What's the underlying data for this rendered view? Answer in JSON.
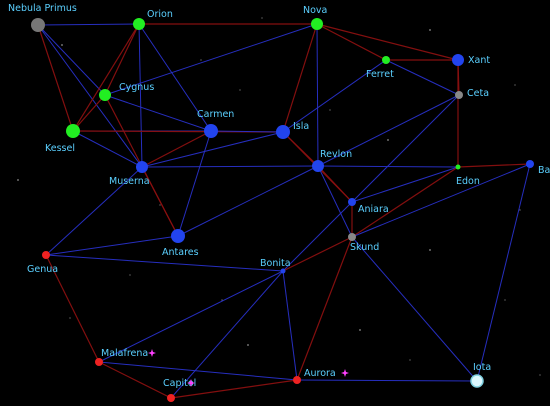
{
  "map": {
    "systems": [
      {
        "id": "nebula-primus",
        "name": "Nebula Primus",
        "color": "#777777",
        "size": "large",
        "marker": false
      },
      {
        "id": "orion",
        "name": "Orion",
        "color": "#22ee22",
        "size": "medium",
        "marker": false
      },
      {
        "id": "nova",
        "name": "Nova",
        "color": "#22ee22",
        "size": "medium",
        "marker": false
      },
      {
        "id": "ferret",
        "name": "Ferret",
        "color": "#22ee22",
        "size": "small",
        "marker": false
      },
      {
        "id": "xant",
        "name": "Xant",
        "color": "#2244ee",
        "size": "medium",
        "marker": false
      },
      {
        "id": "ceta",
        "name": "Ceta",
        "color": "#888888",
        "size": "small",
        "marker": false
      },
      {
        "id": "cygnus",
        "name": "Cygnus",
        "color": "#22ee22",
        "size": "medium",
        "marker": false
      },
      {
        "id": "kessel",
        "name": "Kessel",
        "color": "#22ee22",
        "size": "large",
        "marker": false
      },
      {
        "id": "carmen",
        "name": "Carmen",
        "color": "#2244ee",
        "size": "large",
        "marker": false
      },
      {
        "id": "isla",
        "name": "Isla",
        "color": "#2244ee",
        "size": "large",
        "marker": false
      },
      {
        "id": "revlon",
        "name": "Revlon",
        "color": "#2244ee",
        "size": "medium",
        "marker": false
      },
      {
        "id": "muserna",
        "name": "Muserna",
        "color": "#2244ee",
        "size": "medium",
        "marker": false
      },
      {
        "id": "edon",
        "name": "Edon",
        "color": "#22ee22",
        "size": "tiny",
        "marker": false
      },
      {
        "id": "bar",
        "name": "Bar",
        "color": "#2244ee",
        "size": "small",
        "marker": false
      },
      {
        "id": "aniara",
        "name": "Aniara",
        "color": "#2244ee",
        "size": "small",
        "marker": false
      },
      {
        "id": "skund",
        "name": "Skund",
        "color": "#888888",
        "size": "small",
        "marker": false
      },
      {
        "id": "antares",
        "name": "Antares",
        "color": "#2244ee",
        "size": "large",
        "marker": false
      },
      {
        "id": "genua",
        "name": "Genua",
        "color": "#ee2222",
        "size": "small",
        "marker": false
      },
      {
        "id": "bonita",
        "name": "Bonita",
        "color": "#2244ee",
        "size": "tiny",
        "marker": false
      },
      {
        "id": "malafrena",
        "name": "Malafrena",
        "color": "#ee2222",
        "size": "small",
        "marker": true
      },
      {
        "id": "capitol",
        "name": "Capitol",
        "color": "#ee2222",
        "size": "small",
        "marker": true
      },
      {
        "id": "aurora",
        "name": "Aurora",
        "color": "#ee2222",
        "size": "small",
        "marker": true
      },
      {
        "id": "iota",
        "name": "Iota",
        "color": "#ddf8ff",
        "size": "medium",
        "marker": false
      }
    ],
    "lanes": [
      {
        "a": "nebula-primus",
        "b": "orion",
        "kind": "blue"
      },
      {
        "a": "nebula-primus",
        "b": "kessel",
        "kind": "red"
      },
      {
        "a": "nebula-primus",
        "b": "cygnus",
        "kind": "blue"
      },
      {
        "a": "nebula-primus",
        "b": "muserna",
        "kind": "blue"
      },
      {
        "a": "orion",
        "b": "nova",
        "kind": "red"
      },
      {
        "a": "orion",
        "b": "cygnus",
        "kind": "red"
      },
      {
        "a": "orion",
        "b": "kessel",
        "kind": "red"
      },
      {
        "a": "orion",
        "b": "carmen",
        "kind": "blue"
      },
      {
        "a": "orion",
        "b": "muserna",
        "kind": "blue"
      },
      {
        "a": "nova",
        "b": "ferret",
        "kind": "red"
      },
      {
        "a": "nova",
        "b": "xant",
        "kind": "red"
      },
      {
        "a": "nova",
        "b": "isla",
        "kind": "red"
      },
      {
        "a": "nova",
        "b": "revlon",
        "kind": "blue"
      },
      {
        "a": "nova",
        "b": "cygnus",
        "kind": "blue"
      },
      {
        "a": "ferret",
        "b": "xant",
        "kind": "red"
      },
      {
        "a": "ferret",
        "b": "ceta",
        "kind": "blue"
      },
      {
        "a": "ferret",
        "b": "isla",
        "kind": "blue"
      },
      {
        "a": "xant",
        "b": "ceta",
        "kind": "red"
      },
      {
        "a": "xant",
        "b": "edon",
        "kind": "red"
      },
      {
        "a": "ceta",
        "b": "revlon",
        "kind": "blue"
      },
      {
        "a": "ceta",
        "b": "aniara",
        "kind": "blue"
      },
      {
        "a": "cygnus",
        "b": "kessel",
        "kind": "red"
      },
      {
        "a": "cygnus",
        "b": "carmen",
        "kind": "blue"
      },
      {
        "a": "cygnus",
        "b": "antares",
        "kind": "red"
      },
      {
        "a": "kessel",
        "b": "carmen",
        "kind": "blue"
      },
      {
        "a": "kessel",
        "b": "muserna",
        "kind": "blue"
      },
      {
        "a": "kessel",
        "b": "isla",
        "kind": "red"
      },
      {
        "a": "carmen",
        "b": "isla",
        "kind": "blue"
      },
      {
        "a": "carmen",
        "b": "muserna",
        "kind": "red"
      },
      {
        "a": "carmen",
        "b": "antares",
        "kind": "blue"
      },
      {
        "a": "isla",
        "b": "revlon",
        "kind": "red"
      },
      {
        "a": "isla",
        "b": "muserna",
        "kind": "blue"
      },
      {
        "a": "isla",
        "b": "aniara",
        "kind": "red"
      },
      {
        "a": "revlon",
        "b": "edon",
        "kind": "blue"
      },
      {
        "a": "revlon",
        "b": "skund",
        "kind": "blue"
      },
      {
        "a": "revlon",
        "b": "aniara",
        "kind": "red"
      },
      {
        "a": "revlon",
        "b": "muserna",
        "kind": "blue"
      },
      {
        "a": "edon",
        "b": "bar",
        "kind": "red"
      },
      {
        "a": "edon",
        "b": "aniara",
        "kind": "blue"
      },
      {
        "a": "edon",
        "b": "skund",
        "kind": "red"
      },
      {
        "a": "muserna",
        "b": "antares",
        "kind": "red"
      },
      {
        "a": "muserna",
        "b": "genua",
        "kind": "blue"
      },
      {
        "a": "antares",
        "b": "genua",
        "kind": "blue"
      },
      {
        "a": "antares",
        "b": "revlon",
        "kind": "blue"
      },
      {
        "a": "aniara",
        "b": "skund",
        "kind": "red"
      },
      {
        "a": "aniara",
        "b": "bonita",
        "kind": "blue"
      },
      {
        "a": "skund",
        "b": "bonita",
        "kind": "red"
      },
      {
        "a": "skund",
        "b": "iota",
        "kind": "blue"
      },
      {
        "a": "skund",
        "b": "bar",
        "kind": "blue"
      },
      {
        "a": "genua",
        "b": "malafrena",
        "kind": "red"
      },
      {
        "a": "genua",
        "b": "bonita",
        "kind": "blue"
      },
      {
        "a": "bonita",
        "b": "malafrena",
        "kind": "blue"
      },
      {
        "a": "bonita",
        "b": "aurora",
        "kind": "blue"
      },
      {
        "a": "bonita",
        "b": "capitol",
        "kind": "blue"
      },
      {
        "a": "malafrena",
        "b": "aurora",
        "kind": "blue"
      },
      {
        "a": "malafrena",
        "b": "capitol",
        "kind": "red"
      },
      {
        "a": "capitol",
        "b": "aurora",
        "kind": "red"
      },
      {
        "a": "aurora",
        "b": "iota",
        "kind": "blue"
      },
      {
        "a": "aurora",
        "b": "skund",
        "kind": "red"
      },
      {
        "a": "iota",
        "b": "bar",
        "kind": "blue"
      }
    ]
  }
}
